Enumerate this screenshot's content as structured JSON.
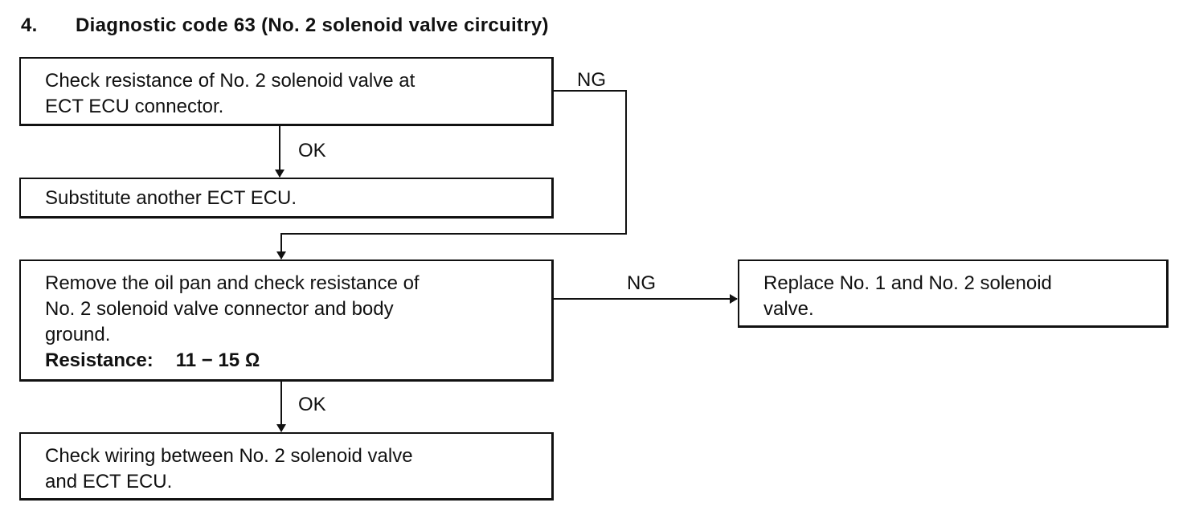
{
  "heading": {
    "number": "4.",
    "title": "Diagnostic code 63 (No. 2 solenoid valve circuitry)"
  },
  "steps": {
    "check_ecu_connector": {
      "lines": [
        "Check resistance of No. 2 solenoid valve at",
        "ECT ECU connector."
      ]
    },
    "substitute_ecu": {
      "lines": [
        "Substitute another ECT ECU."
      ]
    },
    "remove_oil_pan": {
      "lines": [
        "Remove the oil pan and check resistance of",
        "No. 2 solenoid valve connector and body",
        "ground."
      ],
      "resistance_label": "Resistance:",
      "resistance_value": "11 − 15 Ω"
    },
    "replace_valves": {
      "lines": [
        "Replace No. 1 and No. 2 solenoid",
        "valve."
      ]
    },
    "check_wiring": {
      "lines": [
        "Check wiring between No. 2 solenoid valve",
        "and ECT ECU."
      ]
    }
  },
  "edge_labels": {
    "ng_1": "NG",
    "ok_1": "OK",
    "ng_2": "NG",
    "ok_2": "OK"
  },
  "colors": {
    "ink": "#111111",
    "background": "#ffffff"
  }
}
